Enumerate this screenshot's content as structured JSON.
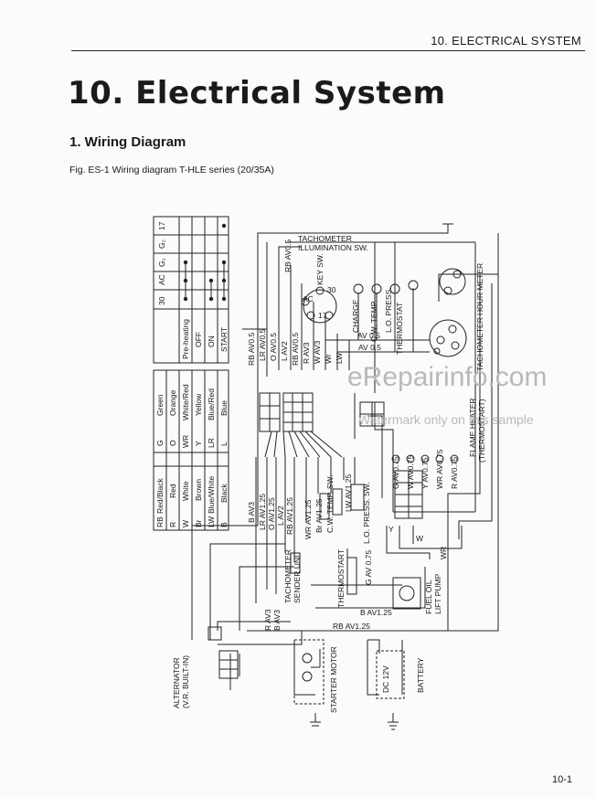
{
  "header": {
    "section": "10. ELECTRICAL SYSTEM"
  },
  "chapter_title": "10. Electrical System",
  "section_title": "1. Wiring Diagram",
  "figure_caption": "Fig. ES-1   Wiring diagram T-HLE series (20/35A)",
  "page_number": "10-1",
  "watermarks": [
    "eRepairinfo.com",
    "Watermark only on this sample"
  ],
  "color_legend": [
    {
      "code": "RB",
      "name": "Red/Black"
    },
    {
      "code": "R",
      "name": "Red"
    },
    {
      "code": "W",
      "name": "White"
    },
    {
      "code": "Br",
      "name": "Brown"
    },
    {
      "code": "LW",
      "name": "Blue/White"
    },
    {
      "code": "B",
      "name": "Black"
    },
    {
      "code": "G",
      "name": "Green"
    },
    {
      "code": "O",
      "name": "Orange"
    },
    {
      "code": "WR",
      "name": "White/Red"
    },
    {
      "code": "Y",
      "name": "Yellow"
    },
    {
      "code": "LR",
      "name": "Blue/Red"
    },
    {
      "code": "L",
      "name": "Blue"
    }
  ],
  "switch_table": {
    "columns": [
      "30",
      "AC",
      "G₁",
      "G₂",
      "17"
    ],
    "rows": [
      "Pre-heating",
      "OFF",
      "ON",
      "START"
    ]
  },
  "components": {
    "tachometer_illum": "TACHOMETER ILLUMINATION SW.",
    "key_sw": "KEY SW.",
    "charge": "CHARGE",
    "cw_temp": "C.W. TEMP.",
    "lo_press": "L.O. PRESS.",
    "thermostat": "THERMOSTAT",
    "hour_meter": "HOUR METER",
    "tachometer": "TACHOMETER",
    "flame_heater": "FLAME HEATER (THERMOSTART)",
    "cw_temp_sw": "C.W. TEMP. SW.",
    "lo_press_sw": "L.O. PRESS. SW.",
    "tacho_sender": "TACHOMETER SENDER UNIT",
    "thermostart": "THERMOSTART",
    "fuel_pump": "FUEL OIL LIFT PUMP",
    "alternator": "ALTERNATOR (V.R. BUILT-IN)",
    "starter": "STARTER MOTOR",
    "battery_v": "DC 12V",
    "battery": "BATTERY"
  },
  "wires_left": [
    "B AV3",
    "LR AV1.25",
    "O AV1.25",
    "L AV2",
    "RB AV1.25"
  ],
  "wires_top": [
    "RB AV0.5",
    "LR AV0.5",
    "O AV0.5",
    "L AV2",
    "RB AV0.5",
    "R AV3",
    "W AV3",
    "Wr",
    "LW"
  ],
  "wires_right": [
    "G AV0.75",
    "W AV0.75",
    "Y AV0.75",
    "WR AV0.75",
    "R AV0.75"
  ],
  "wire_labels": {
    "tacho_top": "RB AV0.5",
    "av05a": "AV 0.5",
    "av05b": "AV 0.5",
    "wr_av125": "WR AV1.25",
    "br_av125": "Br AV1.25",
    "lw_av125": "LW AV1.25",
    "r_av3": "R AV3",
    "b_av3_low": "B AV3",
    "g_av075": "G AV 0.75",
    "b_av125": "B AV1.25",
    "rb_av125_low": "RB AV1.25",
    "wr_short": "WR",
    "w_short": "W",
    "y_short": "Y",
    "n30": "30",
    "n17": "17",
    "ac": "AC",
    "g1": "G₁",
    "g2": "G₂"
  }
}
